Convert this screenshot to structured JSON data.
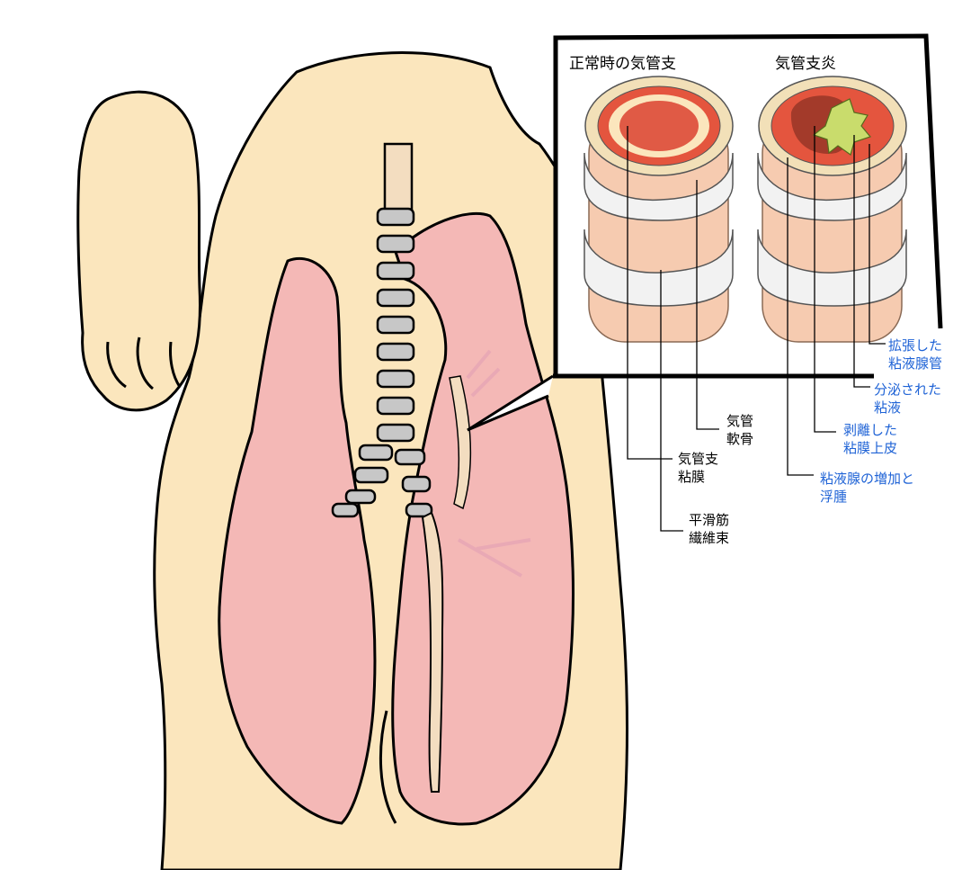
{
  "panel": {
    "title_normal": "正常時の気管支",
    "title_bronchitis": "気管支炎"
  },
  "labels_normal": [
    {
      "id": "cartilage",
      "lines": [
        "気管",
        "軟骨"
      ]
    },
    {
      "id": "mucosa",
      "lines": [
        "気管支",
        "粘膜"
      ]
    },
    {
      "id": "smooth-muscle",
      "lines": [
        "平滑筋",
        "繊維束"
      ]
    }
  ],
  "labels_bronchitis": [
    {
      "id": "dilated-gland-duct",
      "lines": [
        "拡張した",
        "粘液腺管"
      ]
    },
    {
      "id": "secreted-mucus",
      "lines": [
        "分泌された",
        "粘液"
      ]
    },
    {
      "id": "detached-epithelium",
      "lines": [
        "剥離した",
        "粘膜上皮"
      ]
    },
    {
      "id": "gland-hyperplasia-edema",
      "lines": [
        "粘液腺の増加と",
        "浮腫"
      ]
    }
  ],
  "colors": {
    "body": "#fbe6bd",
    "lung": "#f4b8b6",
    "cartilage": "#c7c7c7",
    "bronchial_tube": "#f3ddc0",
    "inflamed": "#e4553e",
    "mucus": "#c9dc6c",
    "label_normal": "#000000",
    "label_bronchitis": "#1f63d6"
  }
}
